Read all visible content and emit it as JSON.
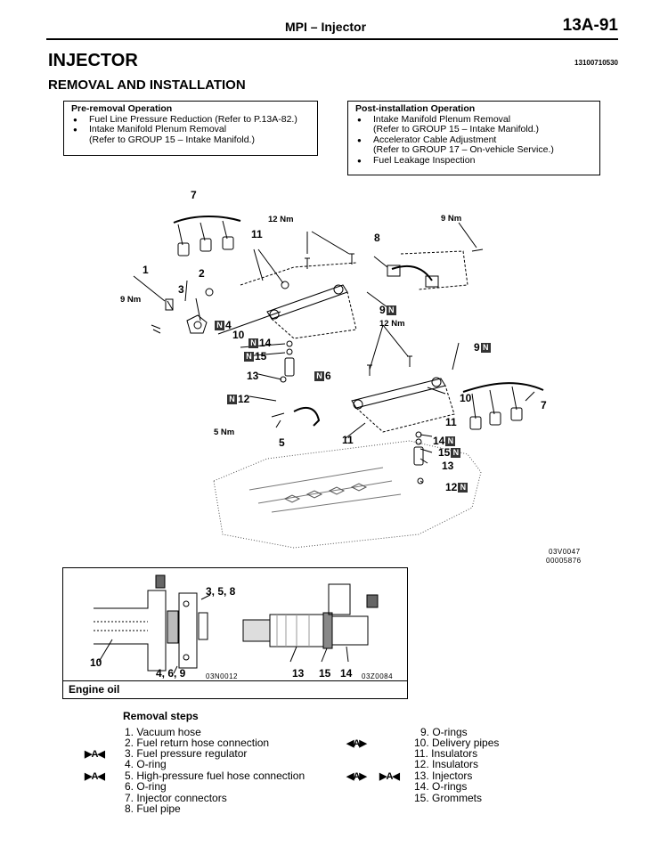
{
  "header": {
    "title": "MPI  –  Injector",
    "page": "13A-91"
  },
  "section": {
    "title": "INJECTOR",
    "code": "13100710530",
    "subtitle": "REMOVAL AND INSTALLATION"
  },
  "pre_removal": {
    "heading": "Pre-removal Operation",
    "items": [
      "Fuel Line Pressure Reduction (Refer to P.13A-82.)",
      "Intake Manifold Plenum Removal",
      "(Refer to GROUP 15  –  Intake Manifold.)"
    ]
  },
  "post_installation": {
    "heading": "Post-installation Operation",
    "items": [
      "Intake Manifold Plenum Removal",
      "(Refer to GROUP 15  –  Intake Manifold.)",
      "Accelerator Cable Adjustment",
      "(Refer to GROUP 17  –   On-vehicle Service.)",
      "Fuel Leakage Inspection"
    ]
  },
  "diagram": {
    "new_mark": "N",
    "labels": {
      "l7a": "7",
      "l12nm_a": "12 Nm",
      "l9nm_a": "9 Nm",
      "l11a": "11",
      "l8": "8",
      "l1": "1",
      "l2": "2",
      "l3": "3",
      "l9nm_b": "9 Nm",
      "l4": "4",
      "l10a": "10",
      "l14a": "14",
      "l15a": "15",
      "l13a": "13",
      "l12a": "12",
      "l9a": "9",
      "l12nm_b": "12 Nm",
      "l9b": "9",
      "l6": "6",
      "l10b": "10",
      "l7b": "7",
      "l11b": "11",
      "l11c": "11",
      "l5nm": "5 Nm",
      "l5": "5",
      "l14b": "14",
      "l15b": "15",
      "l13b": "13",
      "l12b": "12"
    },
    "ref_code_1": "03V0047",
    "ref_code_2": "00005876"
  },
  "detail": {
    "label_358": "3, 5, 8",
    "label_10": "10",
    "label_469": "4, 6, 9",
    "ref_left": "03N0012",
    "label_13": "13",
    "label_15": "15",
    "label_14": "14",
    "ref_right": "03Z0084",
    "oil_label": "Engine oil"
  },
  "removal_steps": {
    "heading": "Removal steps",
    "left": [
      "1. Vacuum hose",
      "2. Fuel return hose connection",
      "3. Fuel pressure regulator",
      "4. O-ring",
      "5. High-pressure fuel hose connection",
      "6. O-ring",
      "7. Injector connectors",
      "8. Fuel pipe"
    ],
    "right": [
      "9. O-rings",
      "10. Delivery pipes",
      "11. Insulators",
      "12. Insulators",
      "13. Injectors",
      "14. O-rings",
      "15. Grommets"
    ],
    "marks": {
      "A": "▶A◀",
      "A_rev": "◀A▶"
    }
  }
}
